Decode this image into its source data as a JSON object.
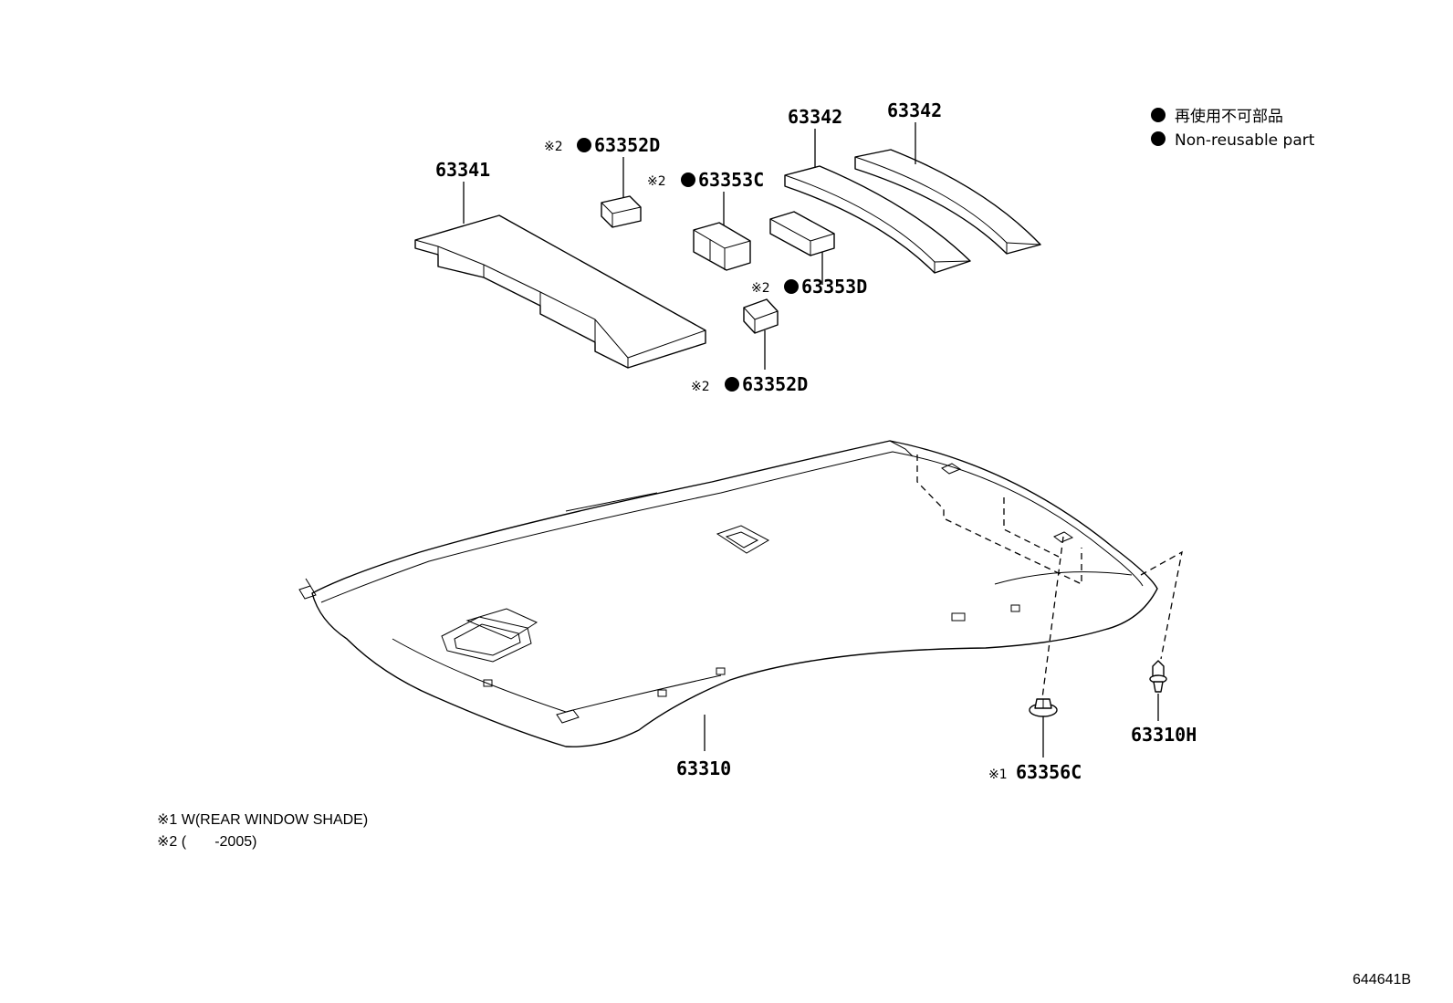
{
  "legend": {
    "line_ja": "再使用不可部品",
    "line_en": "Non-reusable part"
  },
  "callouts": {
    "p63341": {
      "number": "63341"
    },
    "p63342_a": {
      "number": "63342"
    },
    "p63342_b": {
      "number": "63342"
    },
    "p63352D_top": {
      "mark": "※2",
      "number": "63352D"
    },
    "p63353C": {
      "mark": "※2",
      "number": "63353C"
    },
    "p63353D": {
      "mark": "※2",
      "number": "63353D"
    },
    "p63352D_bottom": {
      "mark": "※2",
      "number": "63352D"
    },
    "p63310": {
      "number": "63310"
    },
    "p63356C": {
      "mark": "※1",
      "number": "63356C"
    },
    "p63310H": {
      "number": "63310H"
    }
  },
  "notes": {
    "note1": "※1 W(REAR WINDOW SHADE)",
    "note2": "※2 (       -2005)"
  },
  "figure_id": "644641B"
}
